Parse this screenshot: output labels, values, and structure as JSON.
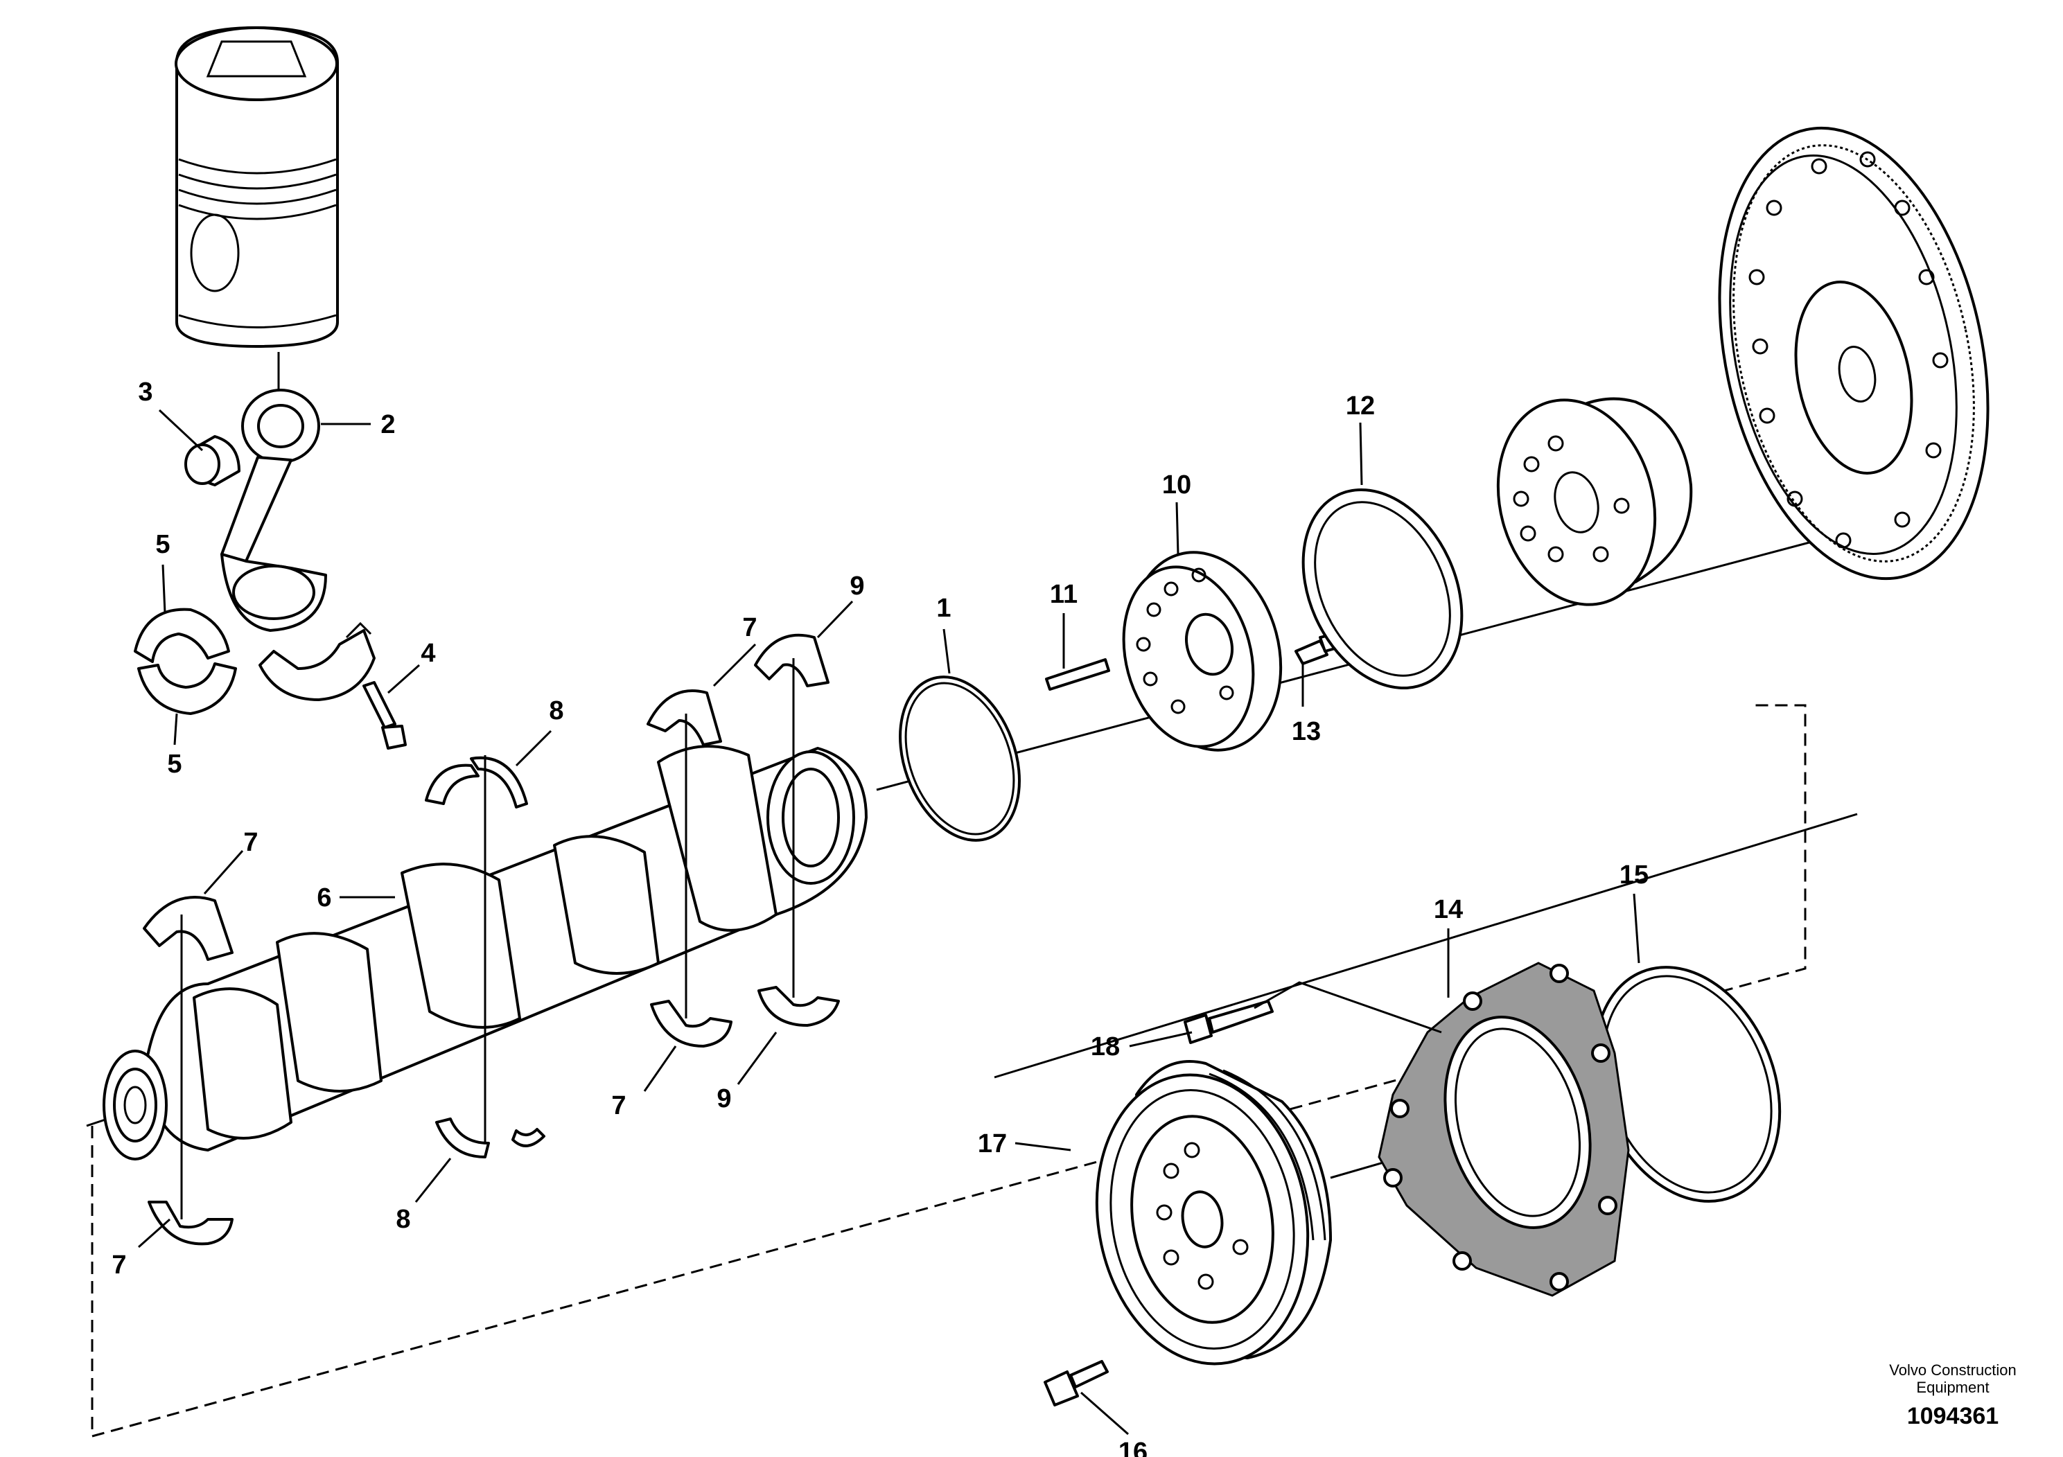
{
  "callouts": {
    "c1": "1",
    "c2": "2",
    "c3": "3",
    "c4": "4",
    "c5a": "5",
    "c5b": "5",
    "c6": "6",
    "c7a": "7",
    "c7b": "7",
    "c7c": "7",
    "c7d": "7",
    "c8a": "8",
    "c8b": "8",
    "c9a": "9",
    "c9b": "9",
    "c10": "10",
    "c11": "11",
    "c12": "12",
    "c13": "13",
    "c14": "14",
    "c15": "15",
    "c16": "16",
    "c17": "17",
    "c18": "18"
  },
  "brand": {
    "line1": "Volvo Construction",
    "line2": "Equipment"
  },
  "doc_number": "1094361"
}
